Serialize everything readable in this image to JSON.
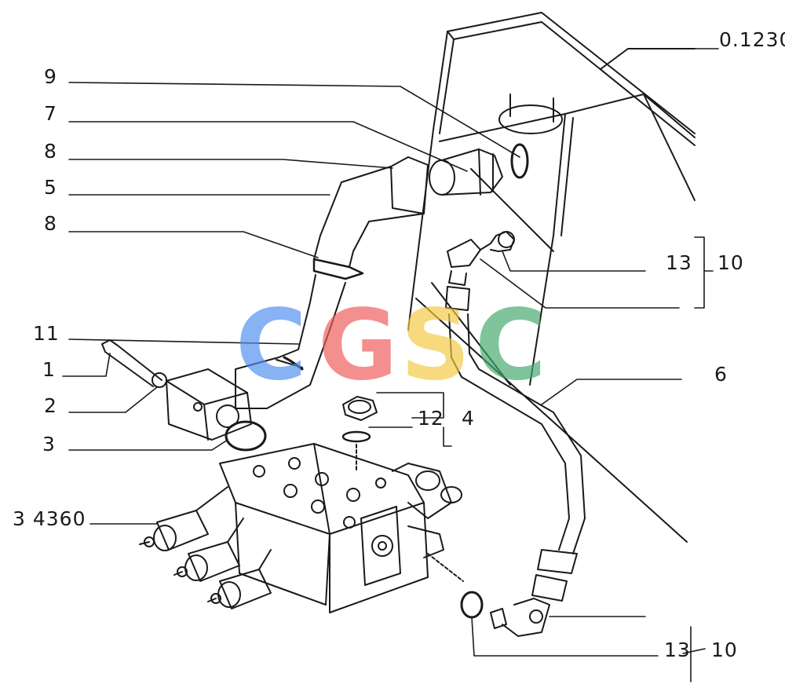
{
  "diagram": {
    "labels": {
      "ref_top_right": "0.1230",
      "n9": "9",
      "n7": "7",
      "n8a": "8",
      "n5": "5",
      "n8b": "8",
      "n11": "11",
      "n1": "1",
      "n2": "2",
      "n3": "3",
      "ref_valve": "3 4360",
      "n12": "12",
      "n4": "4",
      "n13a": "13",
      "n10a": "10",
      "n6": "6",
      "n13b": "13",
      "n10b": "10"
    },
    "watermark": {
      "letters": [
        "C",
        "G",
        "S",
        "C"
      ],
      "colors": [
        "#4f8ef0",
        "#ef5b5b",
        "#f3c940",
        "#43a96d"
      ]
    },
    "line_color": "#1a1a1a"
  }
}
